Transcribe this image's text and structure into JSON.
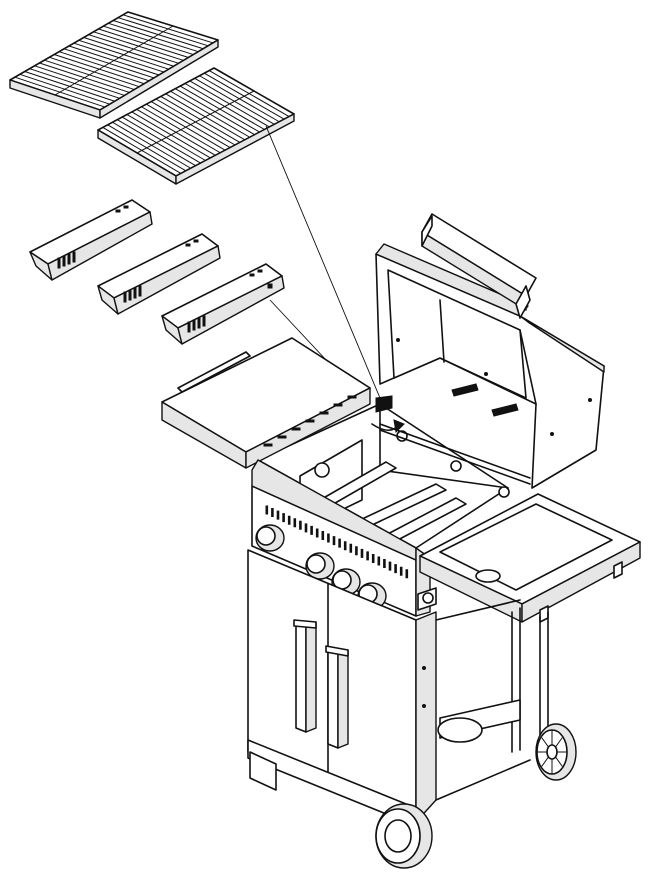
{
  "figure": {
    "kind": "exploded-assembly-illustration",
    "subject": "gas-grill",
    "background": "#ffffff",
    "line_color": "#111111",
    "parts": [
      {
        "name": "cooking-grate",
        "count": 2
      },
      {
        "name": "flame-tamer",
        "count": 3
      },
      {
        "name": "control-knob",
        "count": 4
      },
      {
        "name": "door-handle",
        "count": 2
      },
      {
        "name": "wheel",
        "count": 2
      }
    ],
    "has_text_labels": false
  }
}
